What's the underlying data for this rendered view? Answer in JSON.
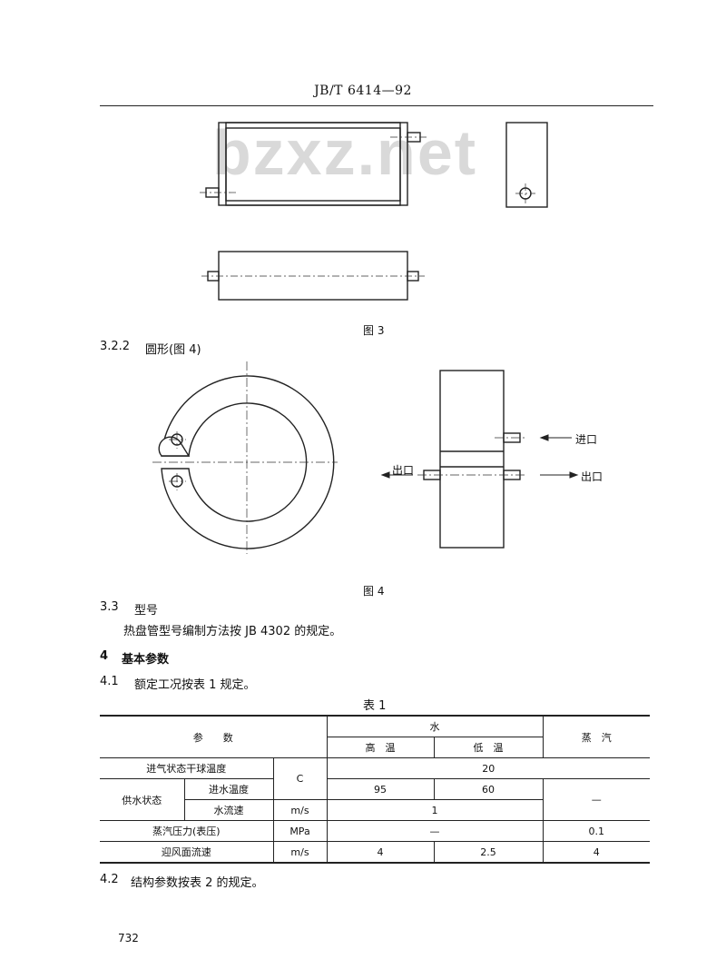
{
  "header": {
    "standard_code": "JB/T 6414—92"
  },
  "watermark": {
    "text": "bzxz.net"
  },
  "figure3": {
    "caption": "图 3"
  },
  "section_3_2_2": {
    "number": "3.2.2",
    "title": "圆形(图 4)"
  },
  "figure4": {
    "caption": "图 4",
    "label_inlet": "进口",
    "label_outlet_left": "出口",
    "label_outlet_right": "出口"
  },
  "section_3_3": {
    "number": "3.3",
    "title": "型号",
    "body": "热盘管型号编制方法按 JB 4302 的规定。"
  },
  "section_4": {
    "number": "4",
    "title": "基本参数"
  },
  "section_4_1": {
    "number": "4.1",
    "body": "额定工况按表 1 规定。"
  },
  "table1": {
    "caption": "表 1",
    "header": {
      "params": "参　　数",
      "water": "水",
      "steam": "蒸　汽",
      "high": "高　温",
      "low": "低　温"
    },
    "rows": {
      "air_temp": {
        "label": "进气状态干球温度",
        "unit": "C",
        "water": "20"
      },
      "supply": {
        "label": "供水状态"
      },
      "inlet_temp": {
        "label": "进水温度",
        "high": "95",
        "low": "60",
        "steam": "—"
      },
      "flow": {
        "label": "水流速",
        "unit": "m/s",
        "water": "1"
      },
      "steam_pressure": {
        "label": "蒸汽压力(表压)",
        "unit": "MPa",
        "water": "—",
        "steam": "0.1"
      },
      "face_velocity": {
        "label": "迎风面流速",
        "unit": "m/s",
        "high": "4",
        "low": "2.5",
        "steam": "4"
      }
    }
  },
  "section_4_2": {
    "number": "4.2",
    "body": "结构参数按表 2 的规定。"
  },
  "page": {
    "number": "732"
  }
}
